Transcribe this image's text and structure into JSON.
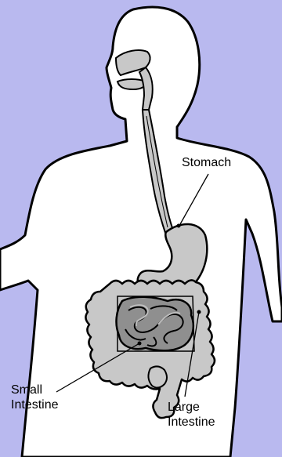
{
  "diagram": {
    "labels": {
      "stomach": "Stomach",
      "small_intestine_line1": "Small",
      "small_intestine_line2": "Intestine",
      "large_intestine_line1": "Large",
      "large_intestine_line2": "Intestine"
    },
    "colors": {
      "background": "#b9b9ef",
      "body": "#ffffff",
      "organs": "#c8c8c8",
      "small_intestine": "#8f8f8f",
      "outline": "#000000"
    }
  }
}
